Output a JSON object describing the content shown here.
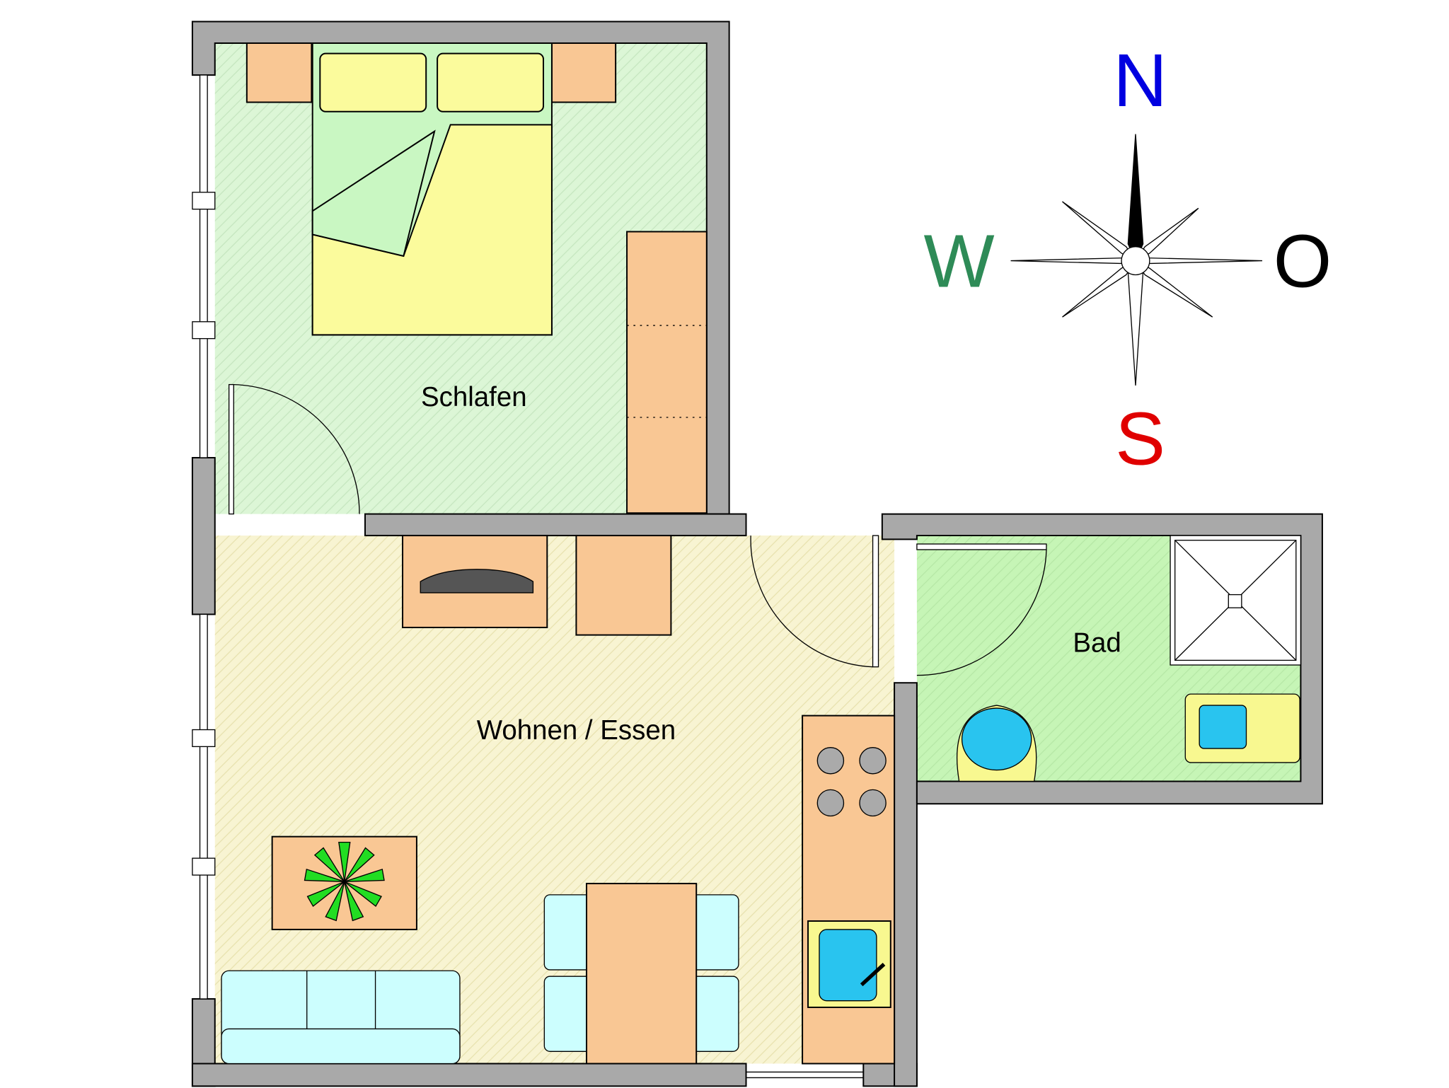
{
  "rooms": {
    "bedroom": "Schlafen",
    "living": "Wohnen / Essen",
    "bath": "Bad"
  },
  "compass": {
    "north": "N",
    "west": "W",
    "east": "O",
    "south": "S"
  },
  "colors": {
    "wall": "#a9a9a9",
    "bedroom_floor": "#dff5d8",
    "living_floor": "#f7f3cf",
    "bath_floor": "#c8f5b8",
    "wood": "#f9c794",
    "bed": "#fbfb9c",
    "sofa": "#ccfefe",
    "north": "#0000e0",
    "west": "#2e8b57",
    "south": "#e00000"
  }
}
